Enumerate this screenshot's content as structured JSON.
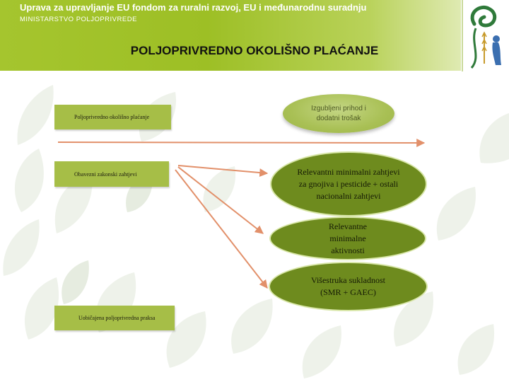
{
  "header": {
    "title": "Uprava za upravljanje EU fondom za ruralni razvoj, EU i međunarodnu suradnju",
    "subtitle": "MINISTARSTVO POLJOPRIVREDE"
  },
  "slide": {
    "title": "POLJOPRIVREDNO OKOLIŠNO PLAĆANJE"
  },
  "diagram": {
    "labels": [
      "Poljoprivredno okolišno plaćanje",
      "Obavezni zakonski zahtjevi",
      "Uobičajena poljoprivredna praksa"
    ],
    "top_ellipse": "Izgubljeni prihod i dodatni trošak",
    "ellipses": [
      "Relevantni minimalni zahtjevi za gnojiva i pesticide + ostali nacionalni zahtjevi",
      "Relevantne minimalne aktivnosti",
      "Višestruka sukladnost (SMR + GAEC)"
    ]
  },
  "colors": {
    "header_green": "#a5c52e",
    "label_box": "#a6be47",
    "ellipse_dark": "#6e8b1e",
    "arrow_orange": "#e2906a",
    "leaf_bg": "#eef2ea"
  }
}
